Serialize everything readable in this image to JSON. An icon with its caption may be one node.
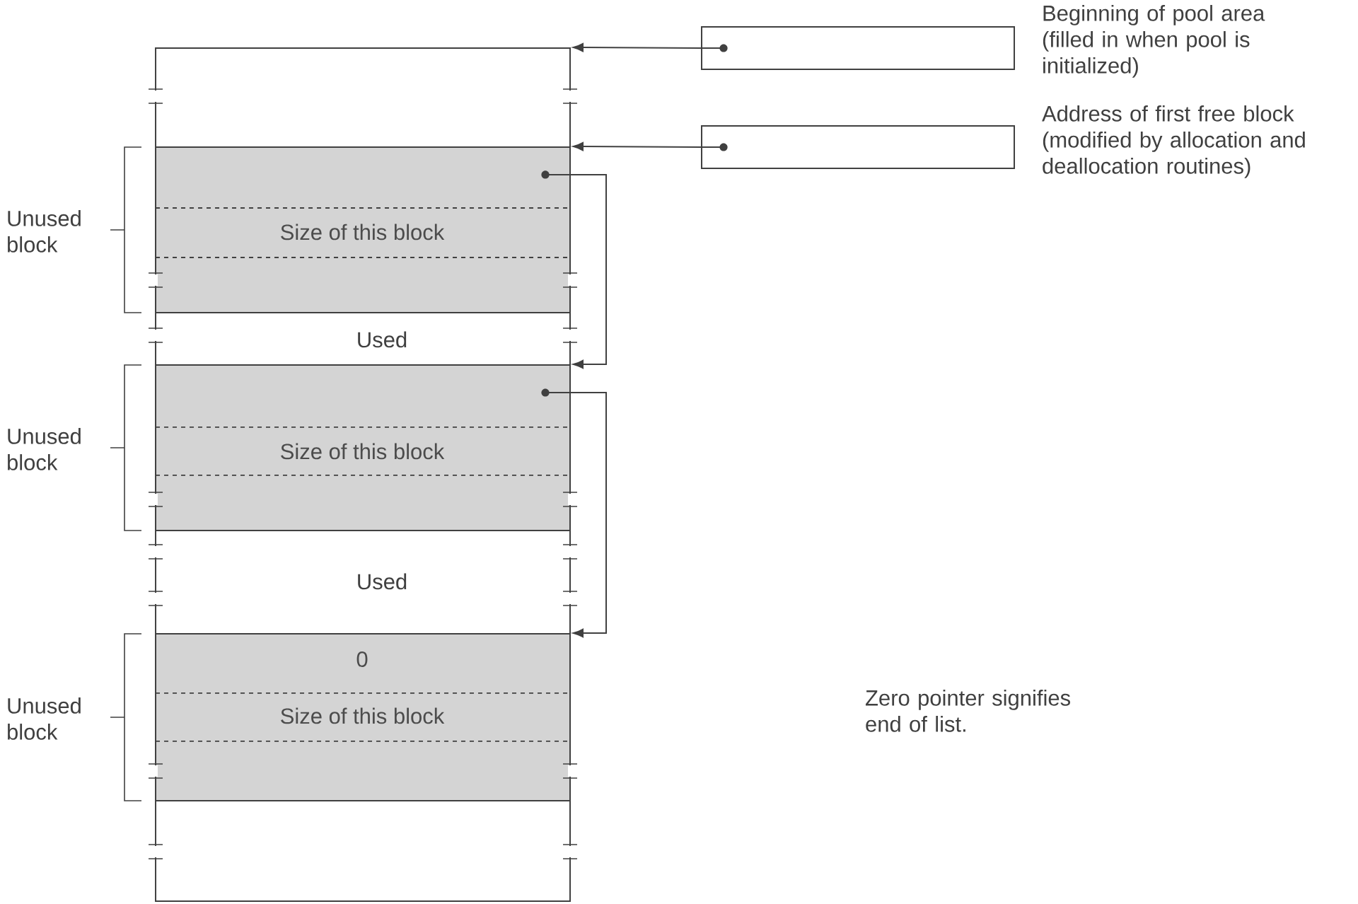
{
  "diagram": {
    "nodes": [
      {
        "text": [],
        "shape": "box"
      },
      {
        "text": [
          "Size of this block"
        ],
        "in": 0
      },
      {
        "text": [
          "Size of this block"
        ],
        "in": 0
      },
      {
        "text": [
          "0",
          "Size of this block"
        ],
        "in": 0
      },
      {
        "text": [],
        "shape": "box",
        "beside": [
          "Beginning of pool area (filled in when pool is initialized)"
        ]
      },
      {
        "text": [],
        "shape": "box",
        "beside": [
          "Address of first free block (modified by allocation and deallocation routines)"
        ]
      }
    ],
    "edges": [
      {
        "from": 4,
        "to": 0,
        "arrow": "to"
      },
      {
        "from": 5,
        "to": 1,
        "arrow": "to"
      },
      {
        "from": 1,
        "to": 2,
        "arrow": "to"
      },
      {
        "from": 2,
        "to": 3,
        "arrow": "to"
      }
    ],
    "labels": [
      "Unused block",
      "Used",
      "Unused block",
      "Used",
      "Unused block",
      "Zero pointer signifies end of list."
    ]
  }
}
